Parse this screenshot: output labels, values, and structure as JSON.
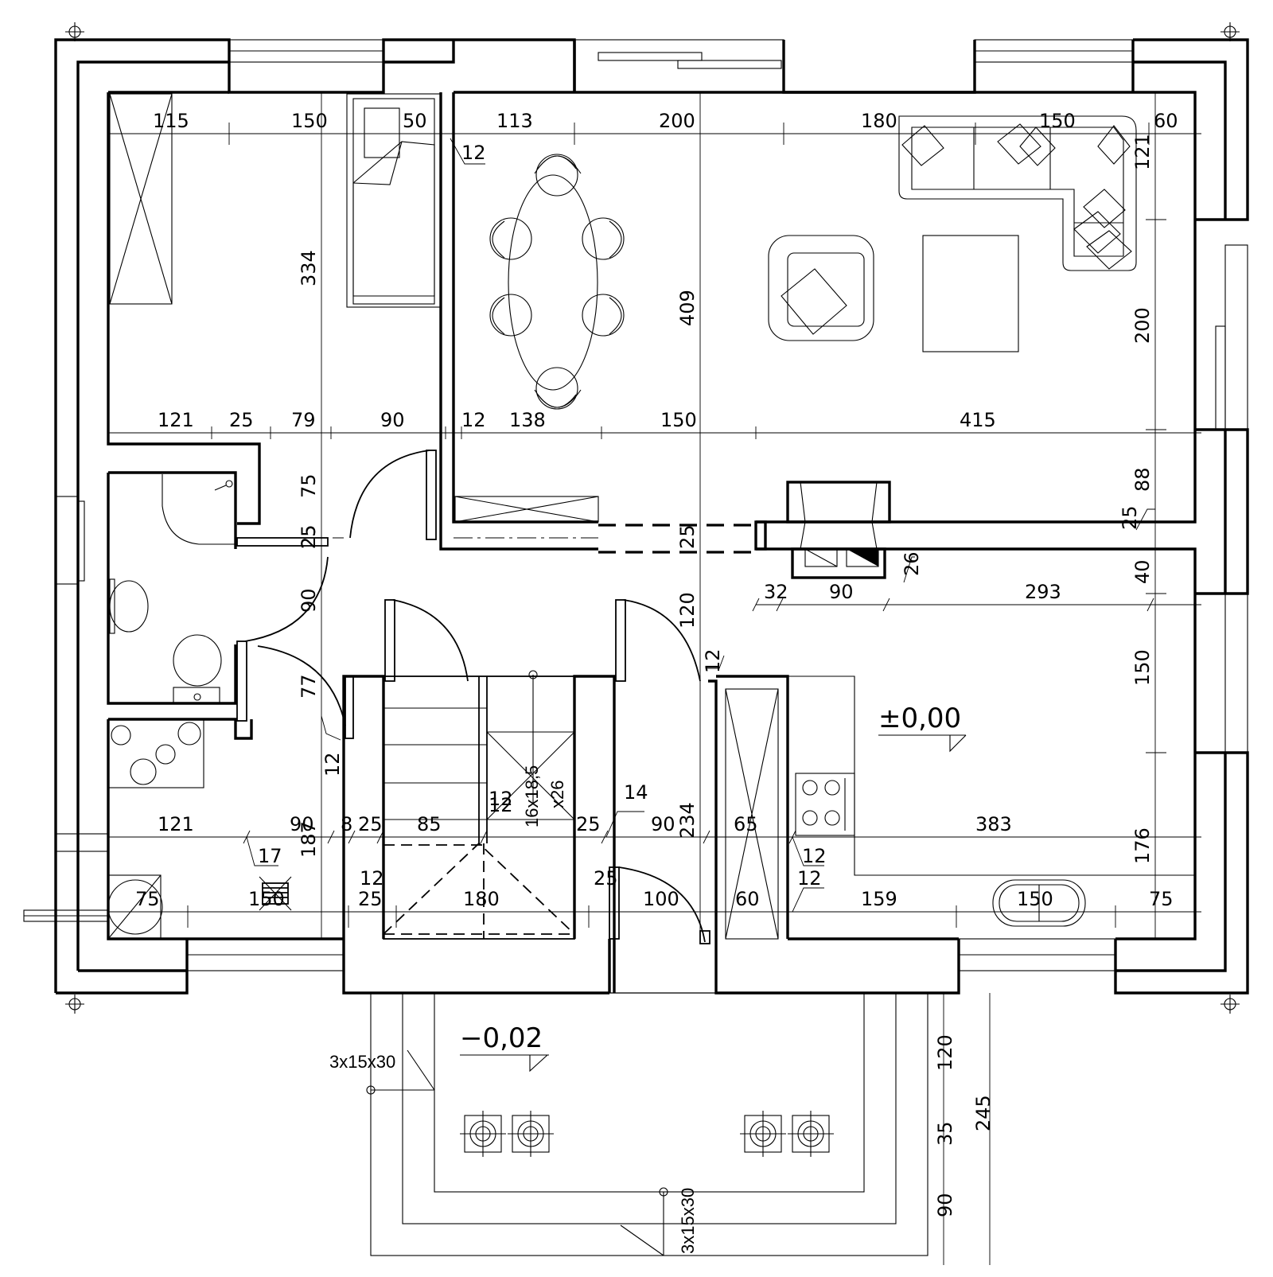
{
  "levels": {
    "main_floor": "±0,00",
    "entrance": "−0,02"
  },
  "stairs": {
    "interior_line1": "16x18,5",
    "interior_line2": "x26",
    "exterior_left": "3x15x30",
    "exterior_bottom": "3x15x30"
  },
  "dimensions": {
    "top_row": [
      "115",
      "150",
      "50",
      "113",
      "200",
      "180",
      "150",
      "60"
    ],
    "upper_middle_row": [
      "121",
      "25",
      "79",
      "90",
      "12",
      "138",
      "150",
      "415"
    ],
    "kitchen_row": [
      "32",
      "90",
      "293"
    ],
    "lower_middle_row": [
      "121",
      "90",
      "8",
      "25",
      "85",
      "12",
      "25",
      "90",
      "65",
      "383"
    ],
    "bottom_row": [
      "75",
      "150",
      "25",
      "180",
      "25",
      "100",
      "60",
      "159",
      "150",
      "75"
    ],
    "small_tags": [
      "12",
      "12",
      "12",
      "12",
      "12",
      "12",
      "14",
      "17",
      "25",
      "25",
      "25",
      "26",
      "12"
    ],
    "vertical_left": [
      "334",
      "75",
      "25",
      "90",
      "77",
      "187"
    ],
    "vertical_middle": [
      "409",
      "25",
      "120",
      "234"
    ],
    "vertical_right": [
      "121",
      "200",
      "88",
      "25",
      "40",
      "150",
      "176"
    ],
    "vertical_entrance": [
      "120",
      "35",
      "245",
      "90"
    ]
  },
  "colors": {
    "line": "#000000",
    "background": "#ffffff"
  }
}
